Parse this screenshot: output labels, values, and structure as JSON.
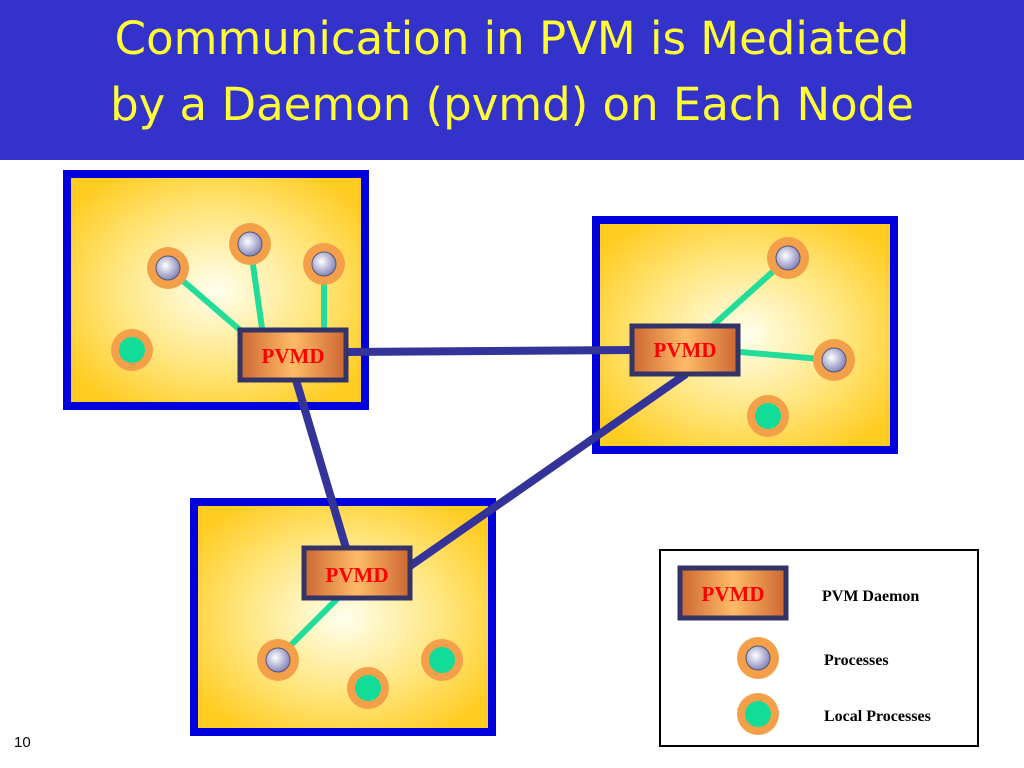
{
  "title": {
    "line1": "Communication in PVM is Mediated",
    "line2": "by a Daemon (pvmd) on Each Node"
  },
  "diagram": {
    "daemon_label": "PVMD"
  },
  "legend": {
    "daemon_box_label": "PVMD",
    "daemon_desc": "PVM Daemon",
    "process_desc": "Processes",
    "local_process_desc": "Local Processes"
  },
  "colors": {
    "title_bg": "#3333cc",
    "title_text": "#ffff33",
    "node_border": "#0000dd",
    "link": "#333399",
    "process_line": "#22dd99",
    "pvmd_text": "#ff0000"
  },
  "slide_number": "10"
}
